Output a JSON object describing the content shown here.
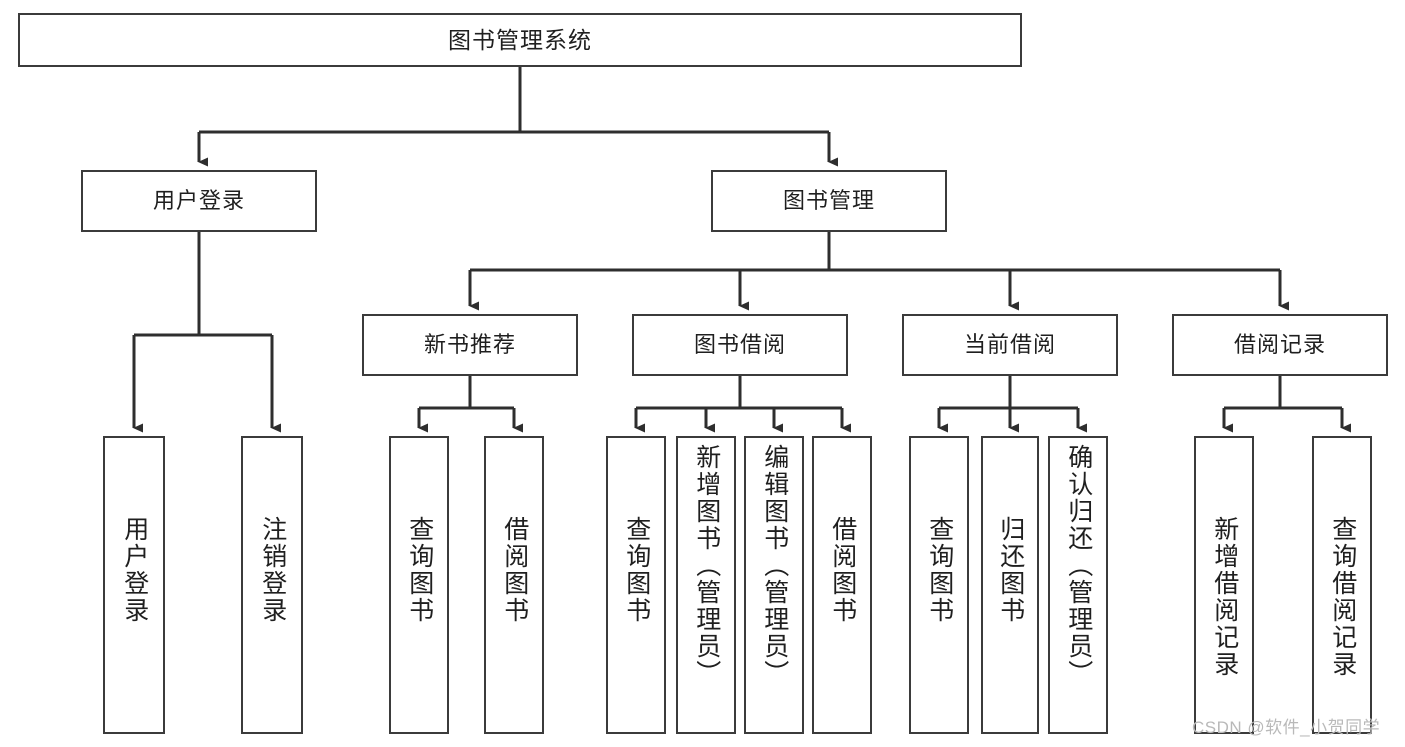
{
  "diagram": {
    "title": "图书管理系统",
    "type": "tree",
    "watermark": "CSDN @软件_小贺同学",
    "colors": {
      "border": "#3b3b3b",
      "background": "#ffffff",
      "text": "#1f1f1f",
      "connector": "#2e2e2e",
      "watermark": "#b9b9b9"
    },
    "root": {
      "id": "root",
      "label": "图书管理系统"
    },
    "level2": [
      {
        "id": "user-login",
        "label": "用户登录"
      },
      {
        "id": "book-management",
        "label": "图书管理"
      }
    ],
    "level3": [
      {
        "id": "new-book-recommend",
        "label": "新书推荐",
        "parent": "book-management"
      },
      {
        "id": "book-borrow",
        "label": "图书借阅",
        "parent": "book-management"
      },
      {
        "id": "current-borrow",
        "label": "当前借阅",
        "parent": "book-management"
      },
      {
        "id": "borrow-record",
        "label": "借阅记录",
        "parent": "book-management"
      }
    ],
    "leaves": [
      {
        "id": "leaf-user-login",
        "label": "用户登录",
        "parent": "user-login",
        "centered": false
      },
      {
        "id": "leaf-logout",
        "label": "注销登录",
        "parent": "user-login",
        "centered": false
      },
      {
        "id": "leaf-query-book-recommend",
        "label": "查询图书",
        "parent": "new-book-recommend",
        "centered": false
      },
      {
        "id": "leaf-borrow-book-recommend",
        "label": "借阅图书",
        "parent": "new-book-recommend",
        "centered": false
      },
      {
        "id": "leaf-query-book-borrow",
        "label": "查询图书",
        "parent": "book-borrow",
        "centered": false
      },
      {
        "id": "leaf-add-book-admin",
        "label": "新增图书（管理员）",
        "parent": "book-borrow",
        "centered": true
      },
      {
        "id": "leaf-edit-book-admin",
        "label": "编辑图书（管理员）",
        "parent": "book-borrow",
        "centered": true
      },
      {
        "id": "leaf-borrow-book",
        "label": "借阅图书",
        "parent": "book-borrow",
        "centered": false
      },
      {
        "id": "leaf-query-book-current",
        "label": "查询图书",
        "parent": "current-borrow",
        "centered": false
      },
      {
        "id": "leaf-return-book",
        "label": "归还图书",
        "parent": "current-borrow",
        "centered": false
      },
      {
        "id": "leaf-confirm-return-admin",
        "label": "确认归还（管理员）",
        "parent": "current-borrow",
        "centered": true
      },
      {
        "id": "leaf-add-borrow-record",
        "label": "新增借阅记录",
        "parent": "borrow-record",
        "centered": false
      },
      {
        "id": "leaf-query-borrow-record",
        "label": "查询借阅记录",
        "parent": "borrow-record",
        "centered": false
      }
    ]
  }
}
